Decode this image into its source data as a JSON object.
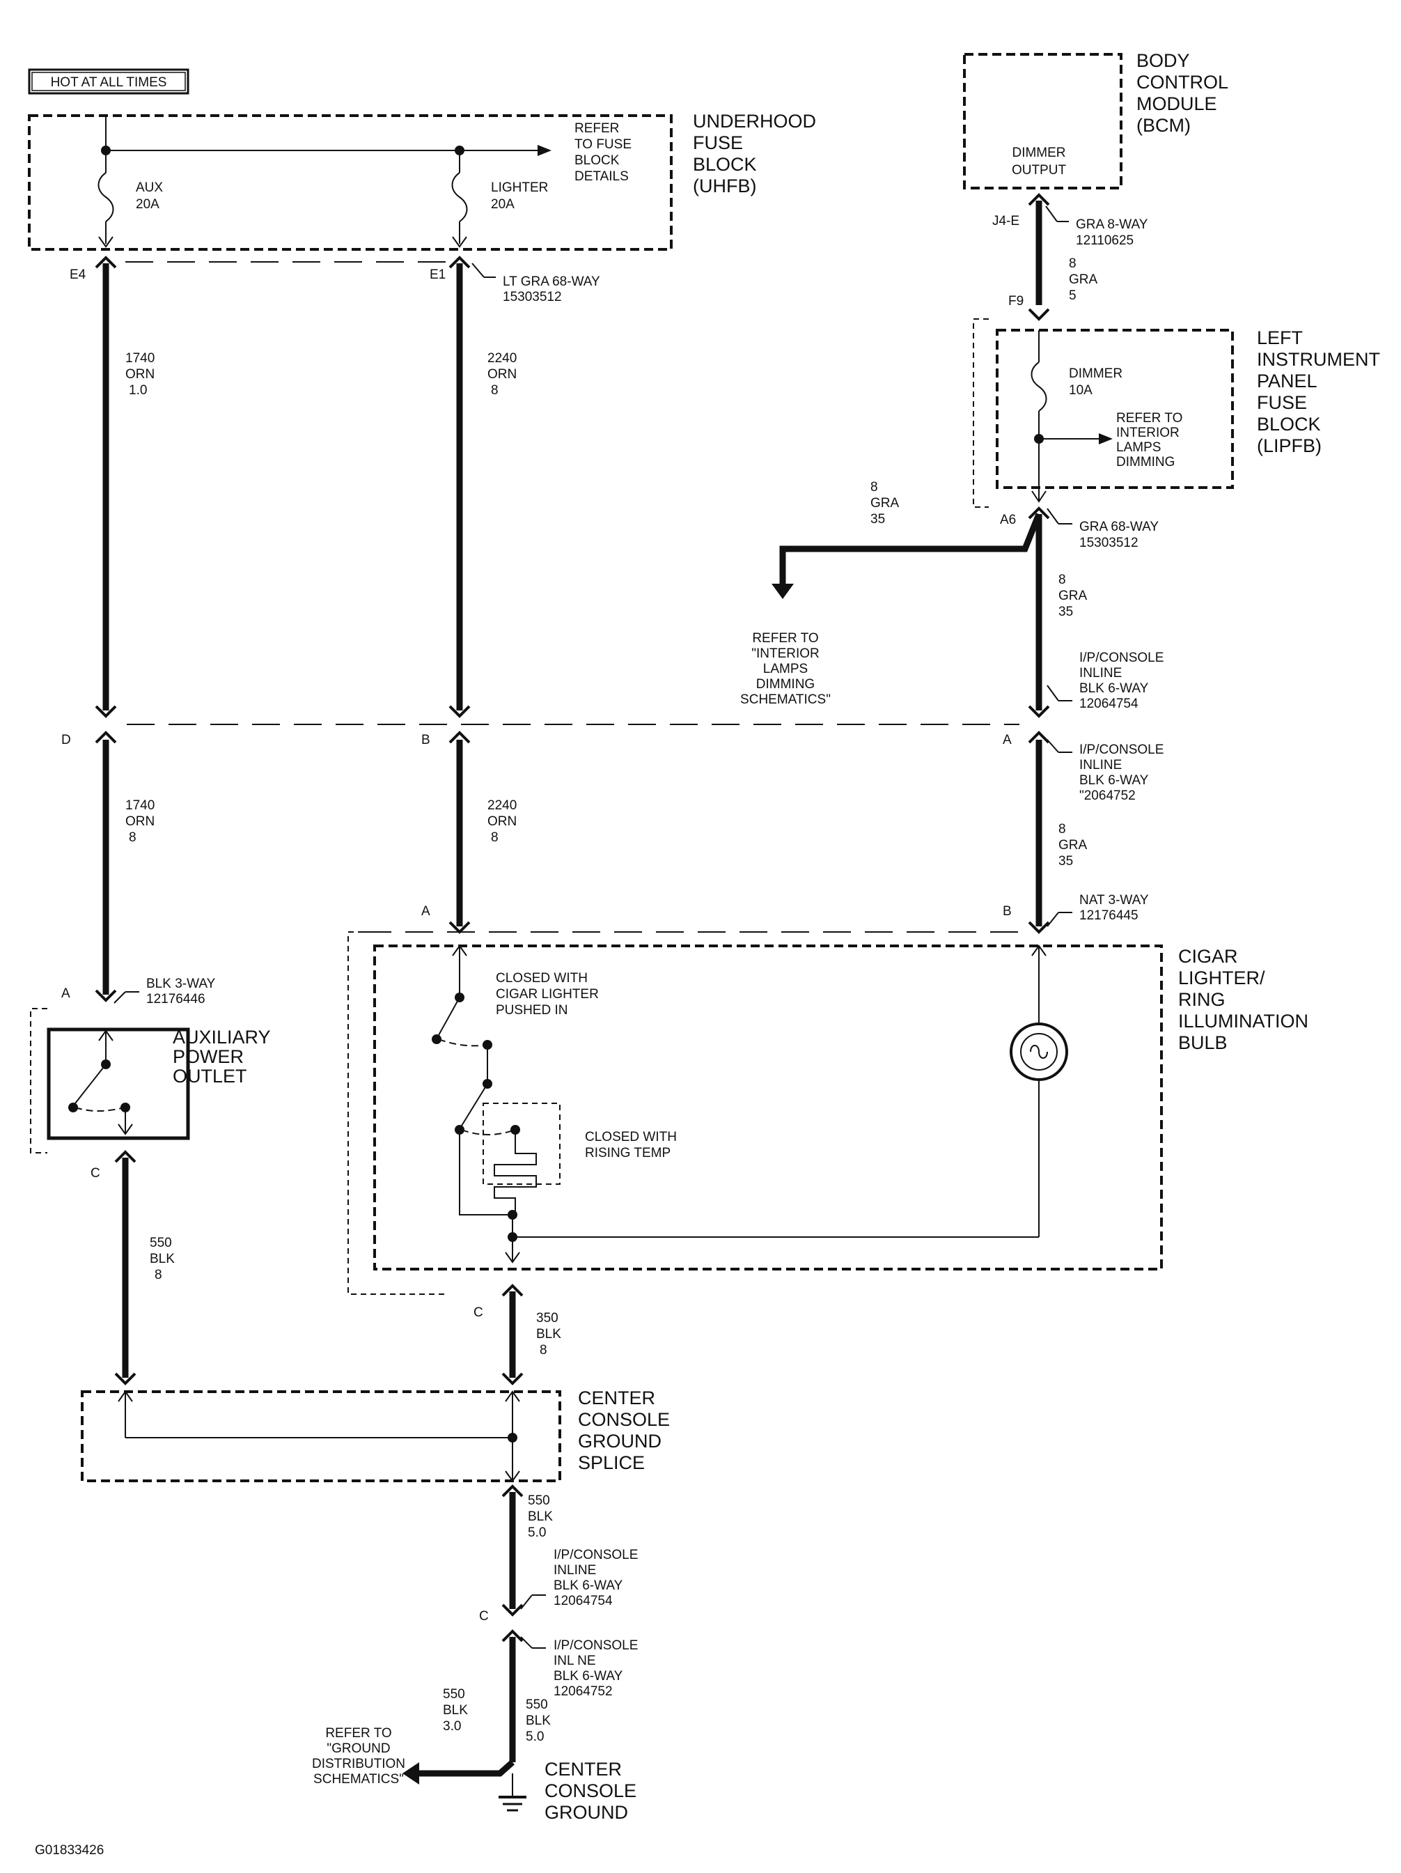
{
  "header": {
    "hot_label": "HOT AT ALL TIMES"
  },
  "uhfb": {
    "name": [
      "UNDERHOOD",
      "FUSE",
      "BLOCK",
      "(UHFB)"
    ],
    "refer": [
      "REFER",
      "TO FUSE",
      "BLOCK",
      "DETAILS"
    ],
    "aux_fuse": [
      "AUX",
      "20A"
    ],
    "lighter_fuse": [
      "LIGHTER",
      "20A"
    ],
    "pin_aux": "E4",
    "pin_lighter": "E1",
    "connector": [
      "LT GRA 68-WAY",
      "15303512"
    ]
  },
  "bcm": {
    "name": [
      "BODY",
      "CONTROL",
      "MODULE",
      "(BCM)"
    ],
    "output": [
      "DIMMER",
      "OUTPUT"
    ],
    "pin": "J4-E",
    "connector": [
      "GRA 8-WAY",
      "12110625"
    ],
    "wire": [
      "8",
      "GRA",
      "5"
    ]
  },
  "lipfb": {
    "name": [
      "LEFT",
      "INSTRUMENT",
      "PANEL",
      "FUSE",
      "BLOCK",
      "(LIPFB)"
    ],
    "fuse": [
      "DIMMER",
      "10A"
    ],
    "refer": [
      "REFER TO",
      "INTERIOR",
      "LAMPS",
      "DIMMING"
    ],
    "pin_in": "F9",
    "pin_out": "A6",
    "connector": [
      "GRA 68-WAY",
      "15303512"
    ],
    "branch_wire": [
      "8",
      "GRA",
      "35"
    ],
    "out_wire": [
      "8",
      "GRA",
      "35"
    ]
  },
  "dimming_ref": [
    "REFER TO",
    "\"INTERIOR",
    "LAMPS",
    "DIMMING",
    "SCHEMATICS\""
  ],
  "wires": {
    "w1740_top": [
      "1740",
      "ORN",
      "1.0"
    ],
    "w2240_top": [
      "2240",
      "ORN",
      "8"
    ],
    "w1740_bot": [
      "1740",
      "ORN",
      "8"
    ],
    "w2240_bot": [
      "2240",
      "ORN",
      "8"
    ],
    "w_gra_bot": [
      "8",
      "GRA",
      "35"
    ],
    "w550_aux": [
      "550",
      "BLK",
      "8"
    ],
    "w350": [
      "350",
      "BLK",
      "8"
    ],
    "w550_top": [
      "550",
      "BLK",
      "5.0"
    ],
    "w550_bot": [
      "550",
      "BLK",
      "5.0"
    ],
    "w550_ground": [
      "550",
      "BLK",
      "3.0"
    ]
  },
  "inline1": {
    "pin_d": "D",
    "pin_b": "B",
    "pin_a": "A",
    "connector_top": [
      "I/P/CONSOLE",
      "INLINE",
      "BLK 6-WAY",
      "12064754"
    ],
    "connector_bot": [
      "I/P/CONSOLE",
      "INLINE",
      "BLK 6-WAY",
      "\"2064752"
    ]
  },
  "aux_outlet": {
    "name": [
      "AUXILIARY",
      "POWER",
      "OUTLET"
    ],
    "pin_a": "A",
    "pin_c": "C",
    "connector": [
      "BLK 3-WAY",
      "12176446"
    ]
  },
  "cigar": {
    "name": [
      "CIGAR",
      "LIGHTER/",
      "RING",
      "ILLUMINATION",
      "BULB"
    ],
    "pin_a": "A",
    "pin_b": "B",
    "pin_c": "C",
    "connector": [
      "NAT 3-WAY",
      "12176445"
    ],
    "switch1": [
      "CLOSED WITH",
      "CIGAR LIGHTER",
      "PUSHED IN"
    ],
    "switch2": [
      "CLOSED WITH",
      "RISING TEMP"
    ]
  },
  "splice": {
    "name": [
      "CENTER",
      "CONSOLE",
      "GROUND",
      "SPLICE"
    ]
  },
  "inline2": {
    "pin": "C",
    "connector_top": [
      "I/P/CONSOLE",
      "INLINE",
      "BLK 6-WAY",
      "12064754"
    ],
    "connector_bot": [
      "I/P/CONSOLE",
      "INL NE",
      "BLK 6-WAY",
      "12064752"
    ]
  },
  "ground": {
    "name": [
      "CENTER",
      "CONSOLE",
      "GROUND"
    ],
    "refer": [
      "REFER TO",
      "\"GROUND",
      "DISTRIBUTION",
      "SCHEMATICS\""
    ]
  },
  "figure_id": "G01833426"
}
